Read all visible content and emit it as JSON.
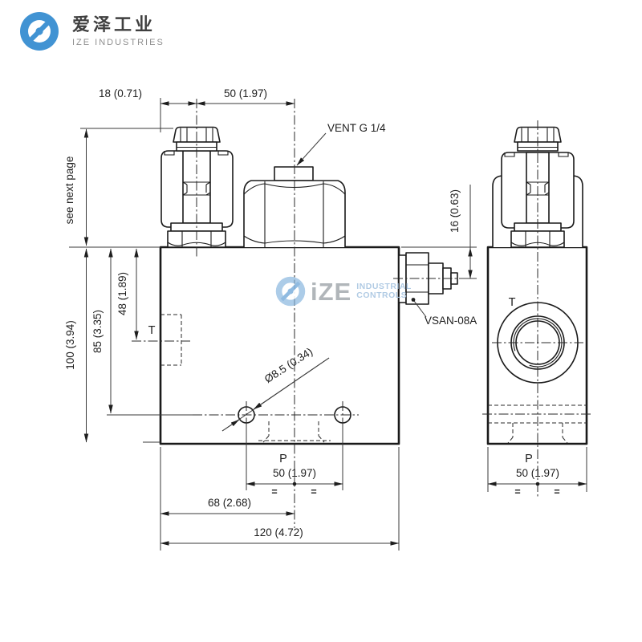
{
  "logo": {
    "company_cn": "爱泽工业",
    "company_en": "IZE INDUSTRIES"
  },
  "watermark": {
    "brand": "iZE",
    "line1": "INDUSTRIAL",
    "line2": "CONTROLS"
  },
  "labels": {
    "dim_18": "18 (0.71)",
    "dim_50_top": "50 (1.97)",
    "vent": "VENT G 1/4",
    "see_next_page": "see next page",
    "dim_16": "16 (0.63)",
    "dim_48": "48 (1.89)",
    "dim_85": "85 (3.35)",
    "dim_100": "100 (3.94)",
    "port_t_front": "T",
    "dia_8_5": "Ø8.5 (0.34)",
    "vsan": "VSAN-08A",
    "port_p_front": "P",
    "dim_50_bottom": "50 (1.97)",
    "eq_front_left": "=",
    "eq_front_right": "=",
    "dim_68": "68 (2.68)",
    "dim_120": "120 (4.72)",
    "port_t_side": "T",
    "port_p_side": "P",
    "dim_50_side": "50 (1.97)",
    "eq_side_left": "=",
    "eq_side_right": "="
  },
  "colors": {
    "logo_blue": "#4193d3",
    "watermark_blue": "#85b4de",
    "watermark_text_blue": "#a9c6e2",
    "watermark_gray": "#9aa0a6",
    "line": "#1a1a1a"
  }
}
